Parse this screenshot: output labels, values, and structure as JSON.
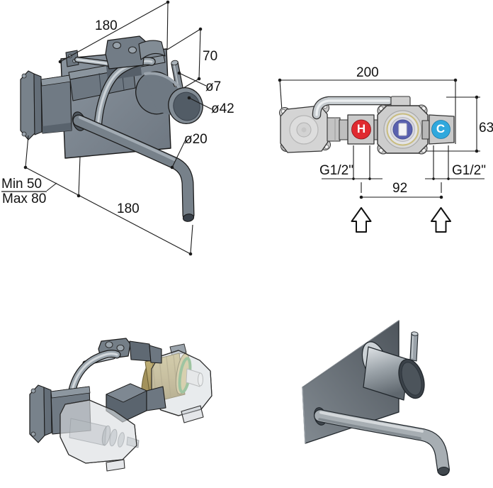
{
  "drawing": {
    "iso_view": {
      "width_top": "180",
      "height": "70",
      "pin_dia": "ø7",
      "handle_dia": "ø42",
      "spout_dia": "ø20",
      "depth_min": "Min 50",
      "depth_max": "Max 80",
      "spout_length": "180"
    },
    "front_view": {
      "width": "200",
      "height": "63",
      "thread_left": "G1/2\"",
      "thread_right": "G1/2\"",
      "inlet_spacing": "92",
      "hot_label": "H",
      "cold_label": "C"
    },
    "colors": {
      "hot": "#e02a30",
      "cold": "#2fa8dd",
      "cartridge_blue": "#5a61ae",
      "seal_green": "#69a869",
      "brass": "#b1a069"
    }
  }
}
